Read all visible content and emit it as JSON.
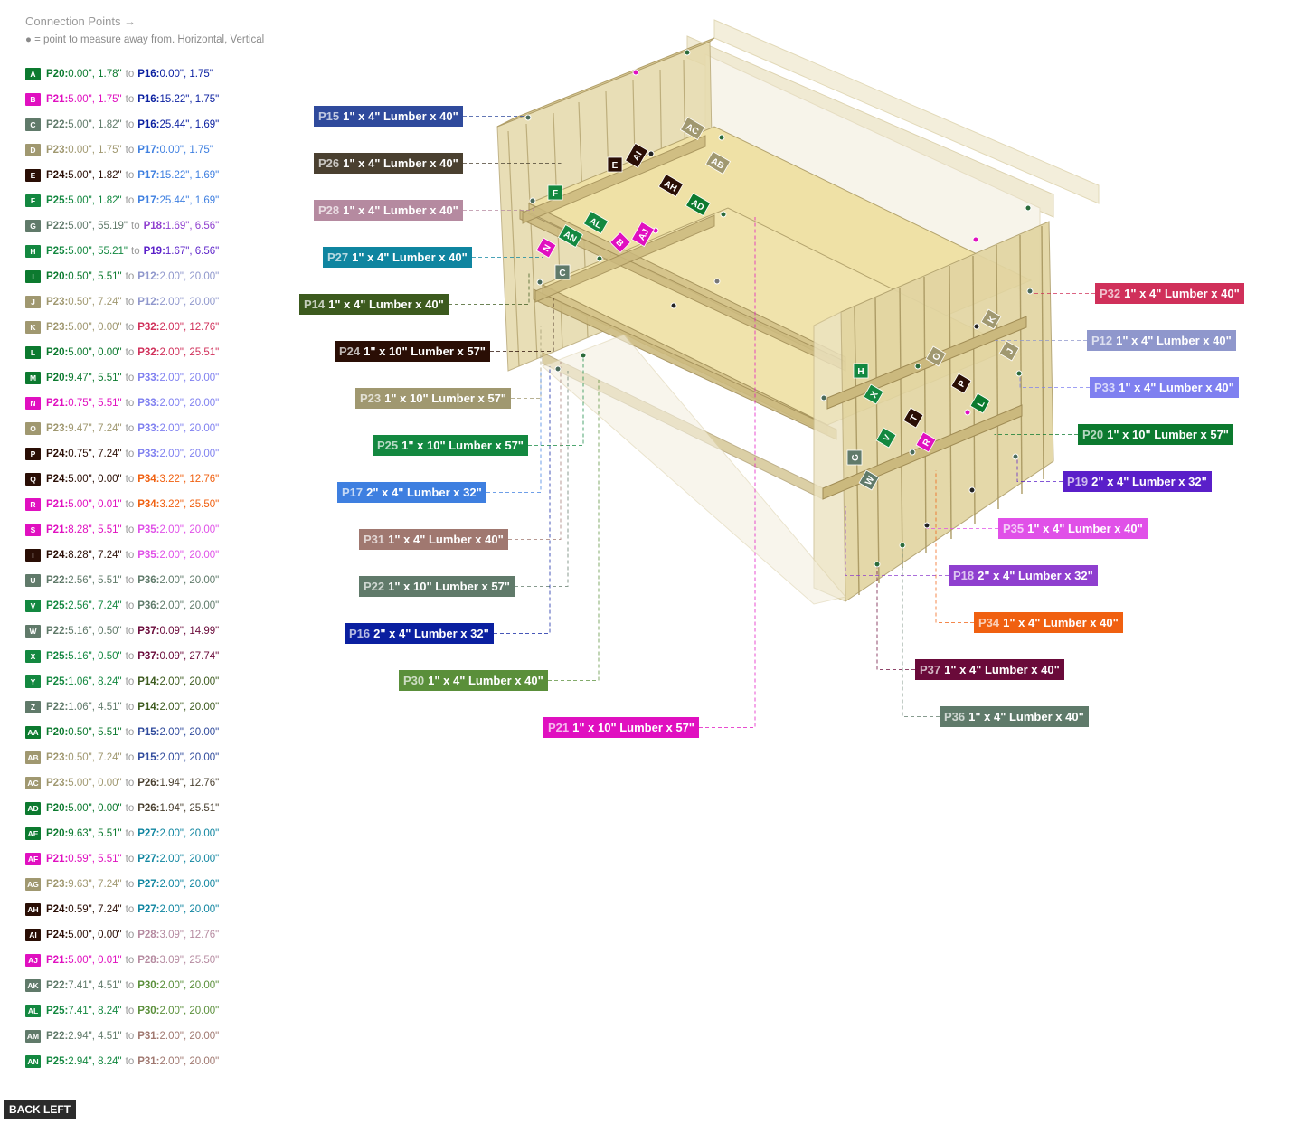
{
  "header": {
    "title": "Connection Points →",
    "note": "● = point to measure away from. Horizontal, Vertical"
  },
  "back_button": "BACK LEFT",
  "parts": {
    "P12": {
      "color": "#8f97cc"
    },
    "P14": {
      "color": "#3c5a1e"
    },
    "P15": {
      "color": "#2f4a9c"
    },
    "P16": {
      "color": "#0a1fa0"
    },
    "P17": {
      "color": "#3e7fe0"
    },
    "P18": {
      "color": "#8f3fcf"
    },
    "P19": {
      "color": "#5a1fc9"
    },
    "P20": {
      "color": "#0c7a2f"
    },
    "P21": {
      "color": "#e010c0"
    },
    "P22": {
      "color": "#607a6a"
    },
    "P23": {
      "color": "#a09870"
    },
    "P24": {
      "color": "#2a0e05"
    },
    "P25": {
      "color": "#138840"
    },
    "P26": {
      "color": "#4a4030"
    },
    "P27": {
      "color": "#0f85a0"
    },
    "P28": {
      "color": "#b58aa0"
    },
    "P30": {
      "color": "#5a8f3a"
    },
    "P31": {
      "color": "#a07870"
    },
    "P32": {
      "color": "#d0305a"
    },
    "P33": {
      "color": "#7f80f0"
    },
    "P34": {
      "color": "#f06010"
    },
    "P35": {
      "color": "#e050e8"
    },
    "P36": {
      "color": "#5f7a6a"
    },
    "P37": {
      "color": "#6a0a3a"
    }
  },
  "connections": [
    {
      "letter": "A",
      "from": "P20",
      "fv": "0.00\", 1.78\"",
      "to": "P16",
      "tv": "0.00\", 1.75\""
    },
    {
      "letter": "B",
      "from": "P21",
      "fv": "5.00\", 1.75\"",
      "to": "P16",
      "tv": "15.22\", 1.75\""
    },
    {
      "letter": "C",
      "from": "P22",
      "fv": "5.00\", 1.82\"",
      "to": "P16",
      "tv": "25.44\", 1.69\""
    },
    {
      "letter": "D",
      "from": "P23",
      "fv": "0.00\", 1.75\"",
      "to": "P17",
      "tv": "0.00\", 1.75\""
    },
    {
      "letter": "E",
      "from": "P24",
      "fv": "5.00\", 1.82\"",
      "to": "P17",
      "tv": "15.22\", 1.69\""
    },
    {
      "letter": "F",
      "from": "P25",
      "fv": "5.00\", 1.82\"",
      "to": "P17",
      "tv": "25.44\", 1.69\""
    },
    {
      "letter": "G",
      "from": "P22",
      "fv": "5.00\", 55.19\"",
      "to": "P18",
      "tv": "1.69\", 6.56\""
    },
    {
      "letter": "H",
      "from": "P25",
      "fv": "5.00\", 55.21\"",
      "to": "P19",
      "tv": "1.67\", 6.56\""
    },
    {
      "letter": "I",
      "from": "P20",
      "fv": "0.50\", 5.51\"",
      "to": "P12",
      "tv": "2.00\", 20.00\""
    },
    {
      "letter": "J",
      "from": "P23",
      "fv": "0.50\", 7.24\"",
      "to": "P12",
      "tv": "2.00\", 20.00\""
    },
    {
      "letter": "K",
      "from": "P23",
      "fv": "5.00\", 0.00\"",
      "to": "P32",
      "tv": "2.00\", 12.76\""
    },
    {
      "letter": "L",
      "from": "P20",
      "fv": "5.00\", 0.00\"",
      "to": "P32",
      "tv": "2.00\", 25.51\""
    },
    {
      "letter": "M",
      "from": "P20",
      "fv": "9.47\", 5.51\"",
      "to": "P33",
      "tv": "2.00\", 20.00\""
    },
    {
      "letter": "N",
      "from": "P21",
      "fv": "0.75\", 5.51\"",
      "to": "P33",
      "tv": "2.00\", 20.00\""
    },
    {
      "letter": "O",
      "from": "P23",
      "fv": "9.47\", 7.24\"",
      "to": "P33",
      "tv": "2.00\", 20.00\""
    },
    {
      "letter": "P",
      "from": "P24",
      "fv": "0.75\", 7.24\"",
      "to": "P33",
      "tv": "2.00\", 20.00\""
    },
    {
      "letter": "Q",
      "from": "P24",
      "fv": "5.00\", 0.00\"",
      "to": "P34",
      "tv": "3.22\", 12.76\""
    },
    {
      "letter": "R",
      "from": "P21",
      "fv": "5.00\", 0.01\"",
      "to": "P34",
      "tv": "3.22\", 25.50\""
    },
    {
      "letter": "S",
      "from": "P21",
      "fv": "8.28\", 5.51\"",
      "to": "P35",
      "tv": "2.00\", 20.00\""
    },
    {
      "letter": "T",
      "from": "P24",
      "fv": "8.28\", 7.24\"",
      "to": "P35",
      "tv": "2.00\", 20.00\""
    },
    {
      "letter": "U",
      "from": "P22",
      "fv": "2.56\", 5.51\"",
      "to": "P36",
      "tv": "2.00\", 20.00\""
    },
    {
      "letter": "V",
      "from": "P25",
      "fv": "2.56\", 7.24\"",
      "to": "P36",
      "tv": "2.00\", 20.00\""
    },
    {
      "letter": "W",
      "from": "P22",
      "fv": "5.16\", 0.50\"",
      "to": "P37",
      "tv": "0.09\", 14.99\""
    },
    {
      "letter": "X",
      "from": "P25",
      "fv": "5.16\", 0.50\"",
      "to": "P37",
      "tv": "0.09\", 27.74\""
    },
    {
      "letter": "Y",
      "from": "P25",
      "fv": "1.06\", 8.24\"",
      "to": "P14",
      "tv": "2.00\", 20.00\""
    },
    {
      "letter": "Z",
      "from": "P22",
      "fv": "1.06\", 4.51\"",
      "to": "P14",
      "tv": "2.00\", 20.00\""
    },
    {
      "letter": "AA",
      "from": "P20",
      "fv": "0.50\", 5.51\"",
      "to": "P15",
      "tv": "2.00\", 20.00\""
    },
    {
      "letter": "AB",
      "from": "P23",
      "fv": "0.50\", 7.24\"",
      "to": "P15",
      "tv": "2.00\", 20.00\""
    },
    {
      "letter": "AC",
      "from": "P23",
      "fv": "5.00\", 0.00\"",
      "to": "P26",
      "tv": "1.94\", 12.76\""
    },
    {
      "letter": "AD",
      "from": "P20",
      "fv": "5.00\", 0.00\"",
      "to": "P26",
      "tv": "1.94\", 25.51\""
    },
    {
      "letter": "AE",
      "from": "P20",
      "fv": "9.63\", 5.51\"",
      "to": "P27",
      "tv": "2.00\", 20.00\""
    },
    {
      "letter": "AF",
      "from": "P21",
      "fv": "0.59\", 5.51\"",
      "to": "P27",
      "tv": "2.00\", 20.00\""
    },
    {
      "letter": "AG",
      "from": "P23",
      "fv": "9.63\", 7.24\"",
      "to": "P27",
      "tv": "2.00\", 20.00\""
    },
    {
      "letter": "AH",
      "from": "P24",
      "fv": "0.59\", 7.24\"",
      "to": "P27",
      "tv": "2.00\", 20.00\""
    },
    {
      "letter": "AI",
      "from": "P24",
      "fv": "5.00\", 0.00\"",
      "to": "P28",
      "tv": "3.09\", 12.76\""
    },
    {
      "letter": "AJ",
      "from": "P21",
      "fv": "5.00\", 0.01\"",
      "to": "P28",
      "tv": "3.09\", 25.50\""
    },
    {
      "letter": "AK",
      "from": "P22",
      "fv": "7.41\", 4.51\"",
      "to": "P30",
      "tv": "2.00\", 20.00\""
    },
    {
      "letter": "AL",
      "from": "P25",
      "fv": "7.41\", 8.24\"",
      "to": "P30",
      "tv": "2.00\", 20.00\""
    },
    {
      "letter": "AM",
      "from": "P22",
      "fv": "2.94\", 4.51\"",
      "to": "P31",
      "tv": "2.00\", 20.00\""
    },
    {
      "letter": "AN",
      "from": "P25",
      "fv": "2.94\", 8.24\"",
      "to": "P31",
      "tv": "2.00\", 20.00\""
    }
  ],
  "part_labels": [
    {
      "id": "P15",
      "text": "1\" x 4\" Lumber  x 40\""
    },
    {
      "id": "P26",
      "text": "1\" x 4\" Lumber  x 40\""
    },
    {
      "id": "P28",
      "text": "1\" x 4\" Lumber  x 40\""
    },
    {
      "id": "P27",
      "text": "1\" x 4\" Lumber  x 40\""
    },
    {
      "id": "P14",
      "text": "1\" x 4\" Lumber  x 40\""
    },
    {
      "id": "P24",
      "text": "1\" x 10\" Lumber  x 57\""
    },
    {
      "id": "P23",
      "text": "1\" x 10\" Lumber  x 57\""
    },
    {
      "id": "P25",
      "text": "1\" x 10\" Lumber  x 57\""
    },
    {
      "id": "P17",
      "text": "2\" x 4\" Lumber  x 32\""
    },
    {
      "id": "P31",
      "text": "1\" x 4\" Lumber  x 40\""
    },
    {
      "id": "P22",
      "text": "1\" x 10\" Lumber  x 57\""
    },
    {
      "id": "P16",
      "text": "2\" x 4\" Lumber  x 32\""
    },
    {
      "id": "P30",
      "text": "1\" x 4\" Lumber  x 40\""
    },
    {
      "id": "P21",
      "text": "1\" x 10\" Lumber  x 57\""
    },
    {
      "id": "P32",
      "text": "1\" x 4\" Lumber  x 40\""
    },
    {
      "id": "P12",
      "text": "1\" x 4\" Lumber  x 40\""
    },
    {
      "id": "P33",
      "text": "1\" x 4\" Lumber  x 40\""
    },
    {
      "id": "P20",
      "text": "1\" x 10\" Lumber  x 57\""
    },
    {
      "id": "P19",
      "text": "2\" x 4\" Lumber  x 32\""
    },
    {
      "id": "P35",
      "text": "1\" x 4\" Lumber  x 40\""
    },
    {
      "id": "P18",
      "text": "2\" x 4\" Lumber  x 32\""
    },
    {
      "id": "P34",
      "text": "1\" x 4\" Lumber  x 40\""
    },
    {
      "id": "P37",
      "text": "1\" x 4\" Lumber  x 40\""
    },
    {
      "id": "P36",
      "text": "1\" x 4\" Lumber  x 40\""
    }
  ],
  "markers": [
    {
      "letter": "AC"
    },
    {
      "letter": "AB"
    },
    {
      "letter": "AI"
    },
    {
      "letter": "E"
    },
    {
      "letter": "AH"
    },
    {
      "letter": "AD"
    },
    {
      "letter": "F"
    },
    {
      "letter": "AL"
    },
    {
      "letter": "AN"
    },
    {
      "letter": "AJ"
    },
    {
      "letter": "B"
    },
    {
      "letter": "N"
    },
    {
      "letter": "C"
    },
    {
      "letter": "K"
    },
    {
      "letter": "J"
    },
    {
      "letter": "O"
    },
    {
      "letter": "P"
    },
    {
      "letter": "H"
    },
    {
      "letter": "X"
    },
    {
      "letter": "L"
    },
    {
      "letter": "T"
    },
    {
      "letter": "V"
    },
    {
      "letter": "R"
    },
    {
      "letter": "G"
    },
    {
      "letter": "W"
    }
  ]
}
